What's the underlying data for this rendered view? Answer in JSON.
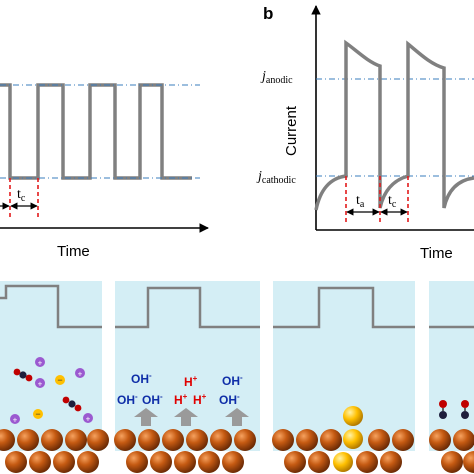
{
  "panel_a": {
    "label_tc": "t",
    "label_tc_sub": "c",
    "xlabel": "Time"
  },
  "panel_b": {
    "panel_letter": "b",
    "ylabel": "Current",
    "label_janodic": "j",
    "label_janodic_sub": "anodic",
    "label_jcathodic": "j",
    "label_jcathodic_sub": "cathodic",
    "label_ta": "t",
    "label_ta_sub": "a",
    "label_tc": "t",
    "label_tc_sub": "c",
    "xlabel": "Time"
  },
  "panel_c2": {
    "ion_oh": "OH",
    "ion_oh_sup": "-",
    "ion_h": "H",
    "ion_h_sup": "+"
  },
  "colors": {
    "waveform": "#808080",
    "reference_dashdot": "#3a7dbe",
    "time_marker": "#e31a1c",
    "cell_background": "#d4eef5",
    "electrode_copper": "#c55a12",
    "gold_particle": "#ffc000",
    "anion_yellow": "#ffc000",
    "cation_purple": "#9b59d0",
    "oh_text": "#0f2ea8",
    "h_text": "#e00000",
    "arrow_gray": "#9a9a9a",
    "molecule_red": "#c00000",
    "molecule_dark": "#1e1e3c"
  }
}
